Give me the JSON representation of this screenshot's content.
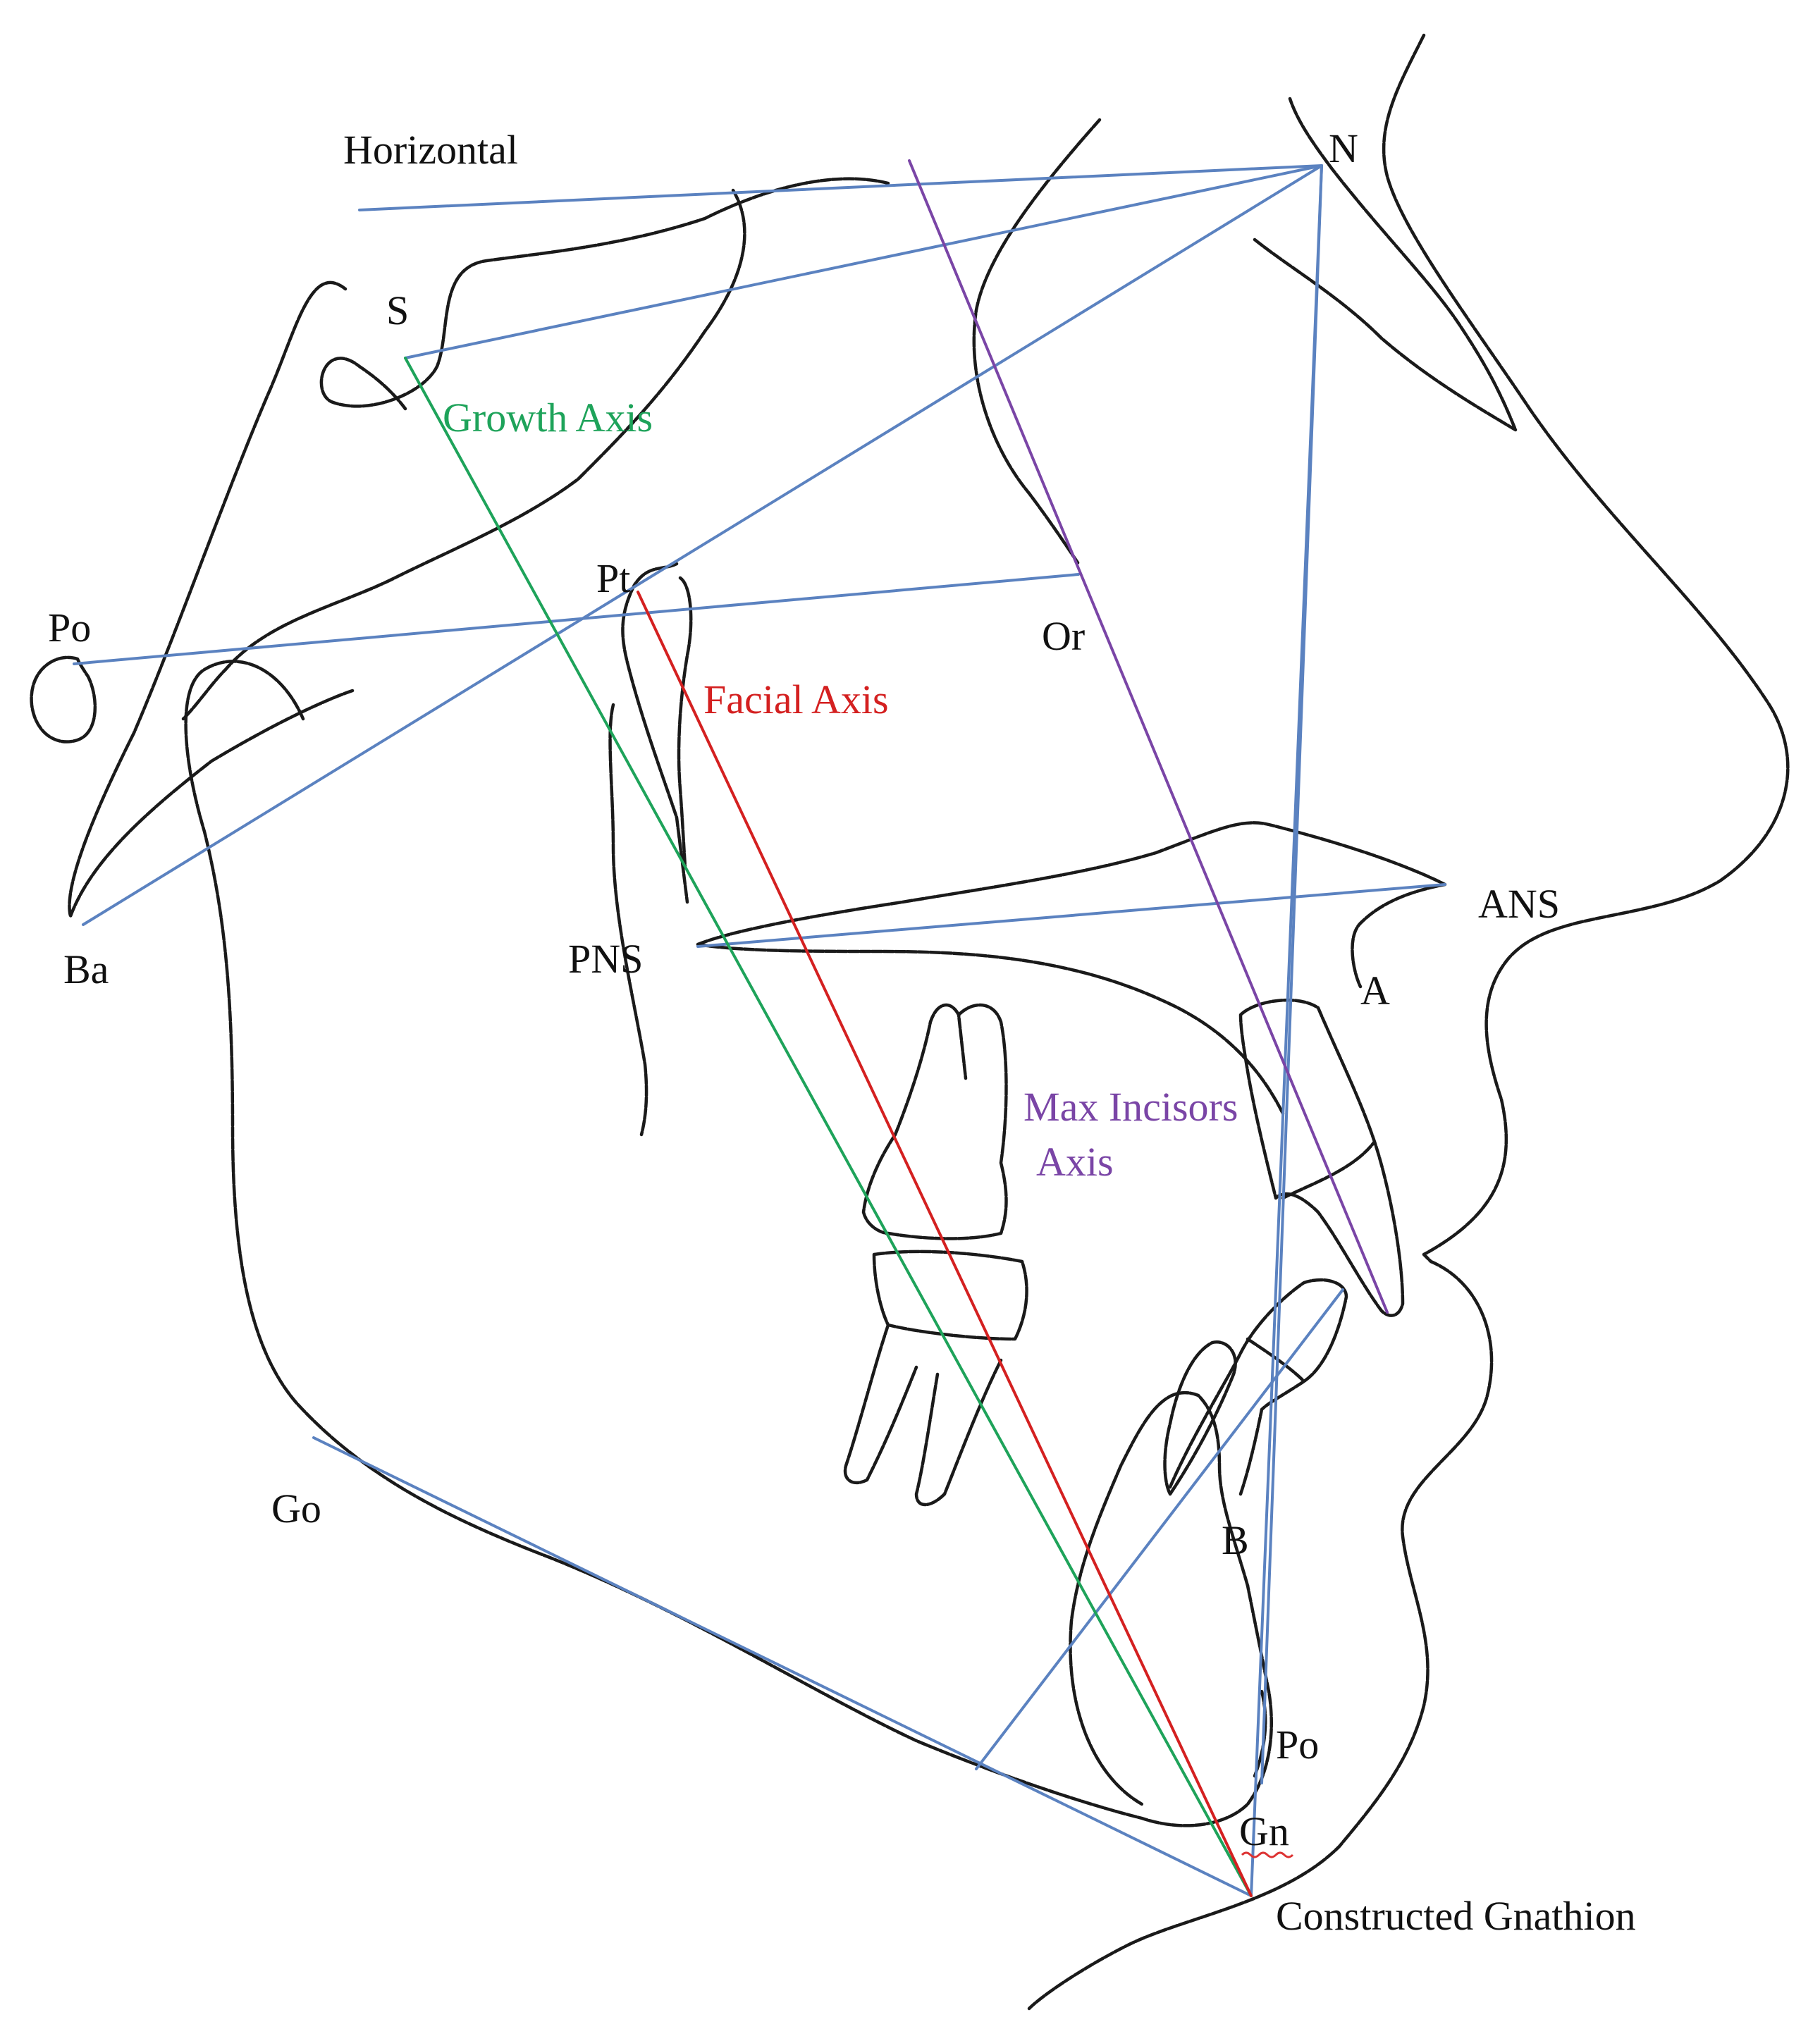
{
  "colors": {
    "trace": "#1a1a1a",
    "reference": "#5b82c0",
    "growth_axis": "#1ea35a",
    "facial_axis": "#d42020",
    "incisor_axis": "#7a45a6",
    "label": "#111111"
  },
  "labels": {
    "horizontal": "Horizontal",
    "n": "N",
    "s": "S",
    "pt": "Pt",
    "po_left": "Po",
    "or": "Or",
    "ba": "Ba",
    "pns": "PNS",
    "ans": "ANS",
    "a": "A",
    "go": "Go",
    "b": "B",
    "po_chin": "Po",
    "gn": "Gn",
    "constructed_gnathion": "Constructed Gnathion"
  },
  "axes": {
    "growth": "Growth Axis",
    "facial": "Facial Axis",
    "max_incisors_line1": "Max Incisors",
    "max_incisors_line2": "Axis"
  }
}
